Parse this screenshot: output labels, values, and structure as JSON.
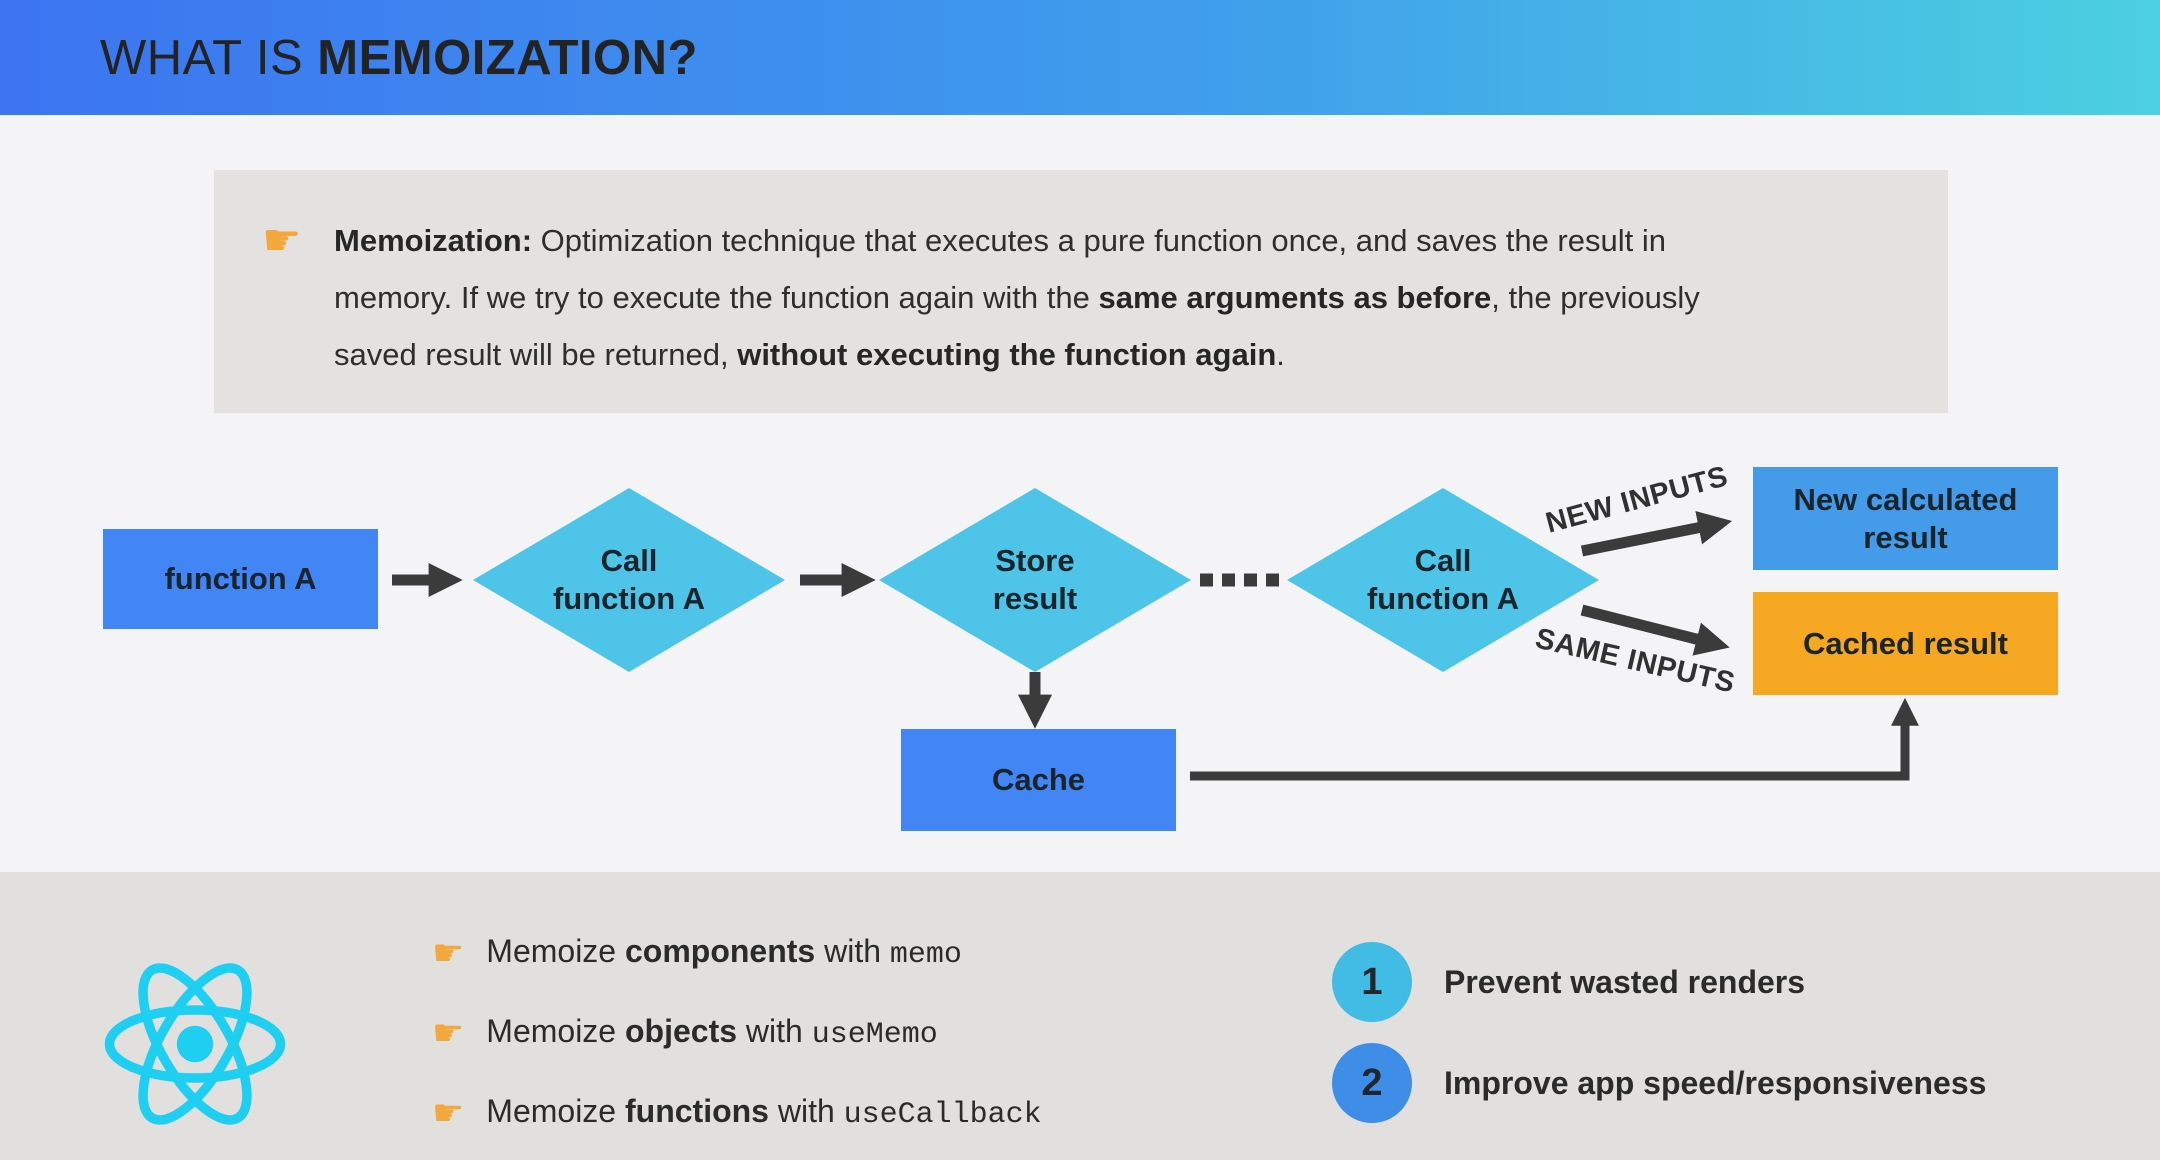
{
  "header": {
    "title_runs": [
      {
        "t": "WHAT IS "
      },
      {
        "t": "MEMOIZATION?",
        "b": true
      }
    ]
  },
  "definition": {
    "pointer_icon": "☛",
    "runs": [
      {
        "t": "Memoization: ",
        "b": true
      },
      {
        "t": "Optimization technique that executes a pure function once, and saves the result in memory. If we try to execute the function again with the "
      },
      {
        "t": "same arguments as before",
        "b": true
      },
      {
        "t": ", the previously saved result will be returned, "
      },
      {
        "t": "without executing the function again",
        "b": true
      },
      {
        "t": "."
      }
    ]
  },
  "diagram": {
    "function_a": "function A",
    "call_function_a_first": "Call\nfunction A",
    "store_result": "Store\nresult",
    "call_function_a_second": "Call\nfunction A",
    "new_inputs_label": "NEW INPUTS",
    "same_inputs_label": "SAME INPUTS",
    "new_calculated_result": "New calculated\nresult",
    "cached_result": "Cached result",
    "cache": "Cache"
  },
  "react_tips": {
    "pointer_icon": "☛",
    "items": [
      {
        "runs": [
          {
            "t": "Memoize "
          },
          {
            "t": "components",
            "b": true
          },
          {
            "t": " with "
          },
          {
            "t": "memo",
            "code": true
          }
        ]
      },
      {
        "runs": [
          {
            "t": "Memoize "
          },
          {
            "t": "objects",
            "b": true
          },
          {
            "t": " with "
          },
          {
            "t": "useMemo",
            "code": true
          }
        ]
      },
      {
        "runs": [
          {
            "t": "Memoize "
          },
          {
            "t": "functions",
            "b": true
          },
          {
            "t": " with "
          },
          {
            "t": "useCallback",
            "code": true
          }
        ]
      }
    ]
  },
  "benefits": [
    {
      "number": "1",
      "text": "Prevent wasted renders",
      "circle_color": "#41BCE5"
    },
    {
      "number": "2",
      "text": "Improve app speed/responsiveness",
      "circle_color": "#3E8EE8"
    }
  ],
  "colors": {
    "header_gradient_left": "#3C74F1",
    "header_gradient_right": "#4CD0E0",
    "primary_blue": "#4285F4",
    "result_blue": "#449BE9",
    "diamond_cyan": "#4FC4E9",
    "cached_orange": "#F6A822",
    "arrow_dark": "#3B3B3B",
    "main_bg": "#F4F4F6",
    "definition_bg": "#E4E2E0",
    "footer_bg": "#E1E0DE",
    "react_cyan": "#1FCFF1"
  }
}
